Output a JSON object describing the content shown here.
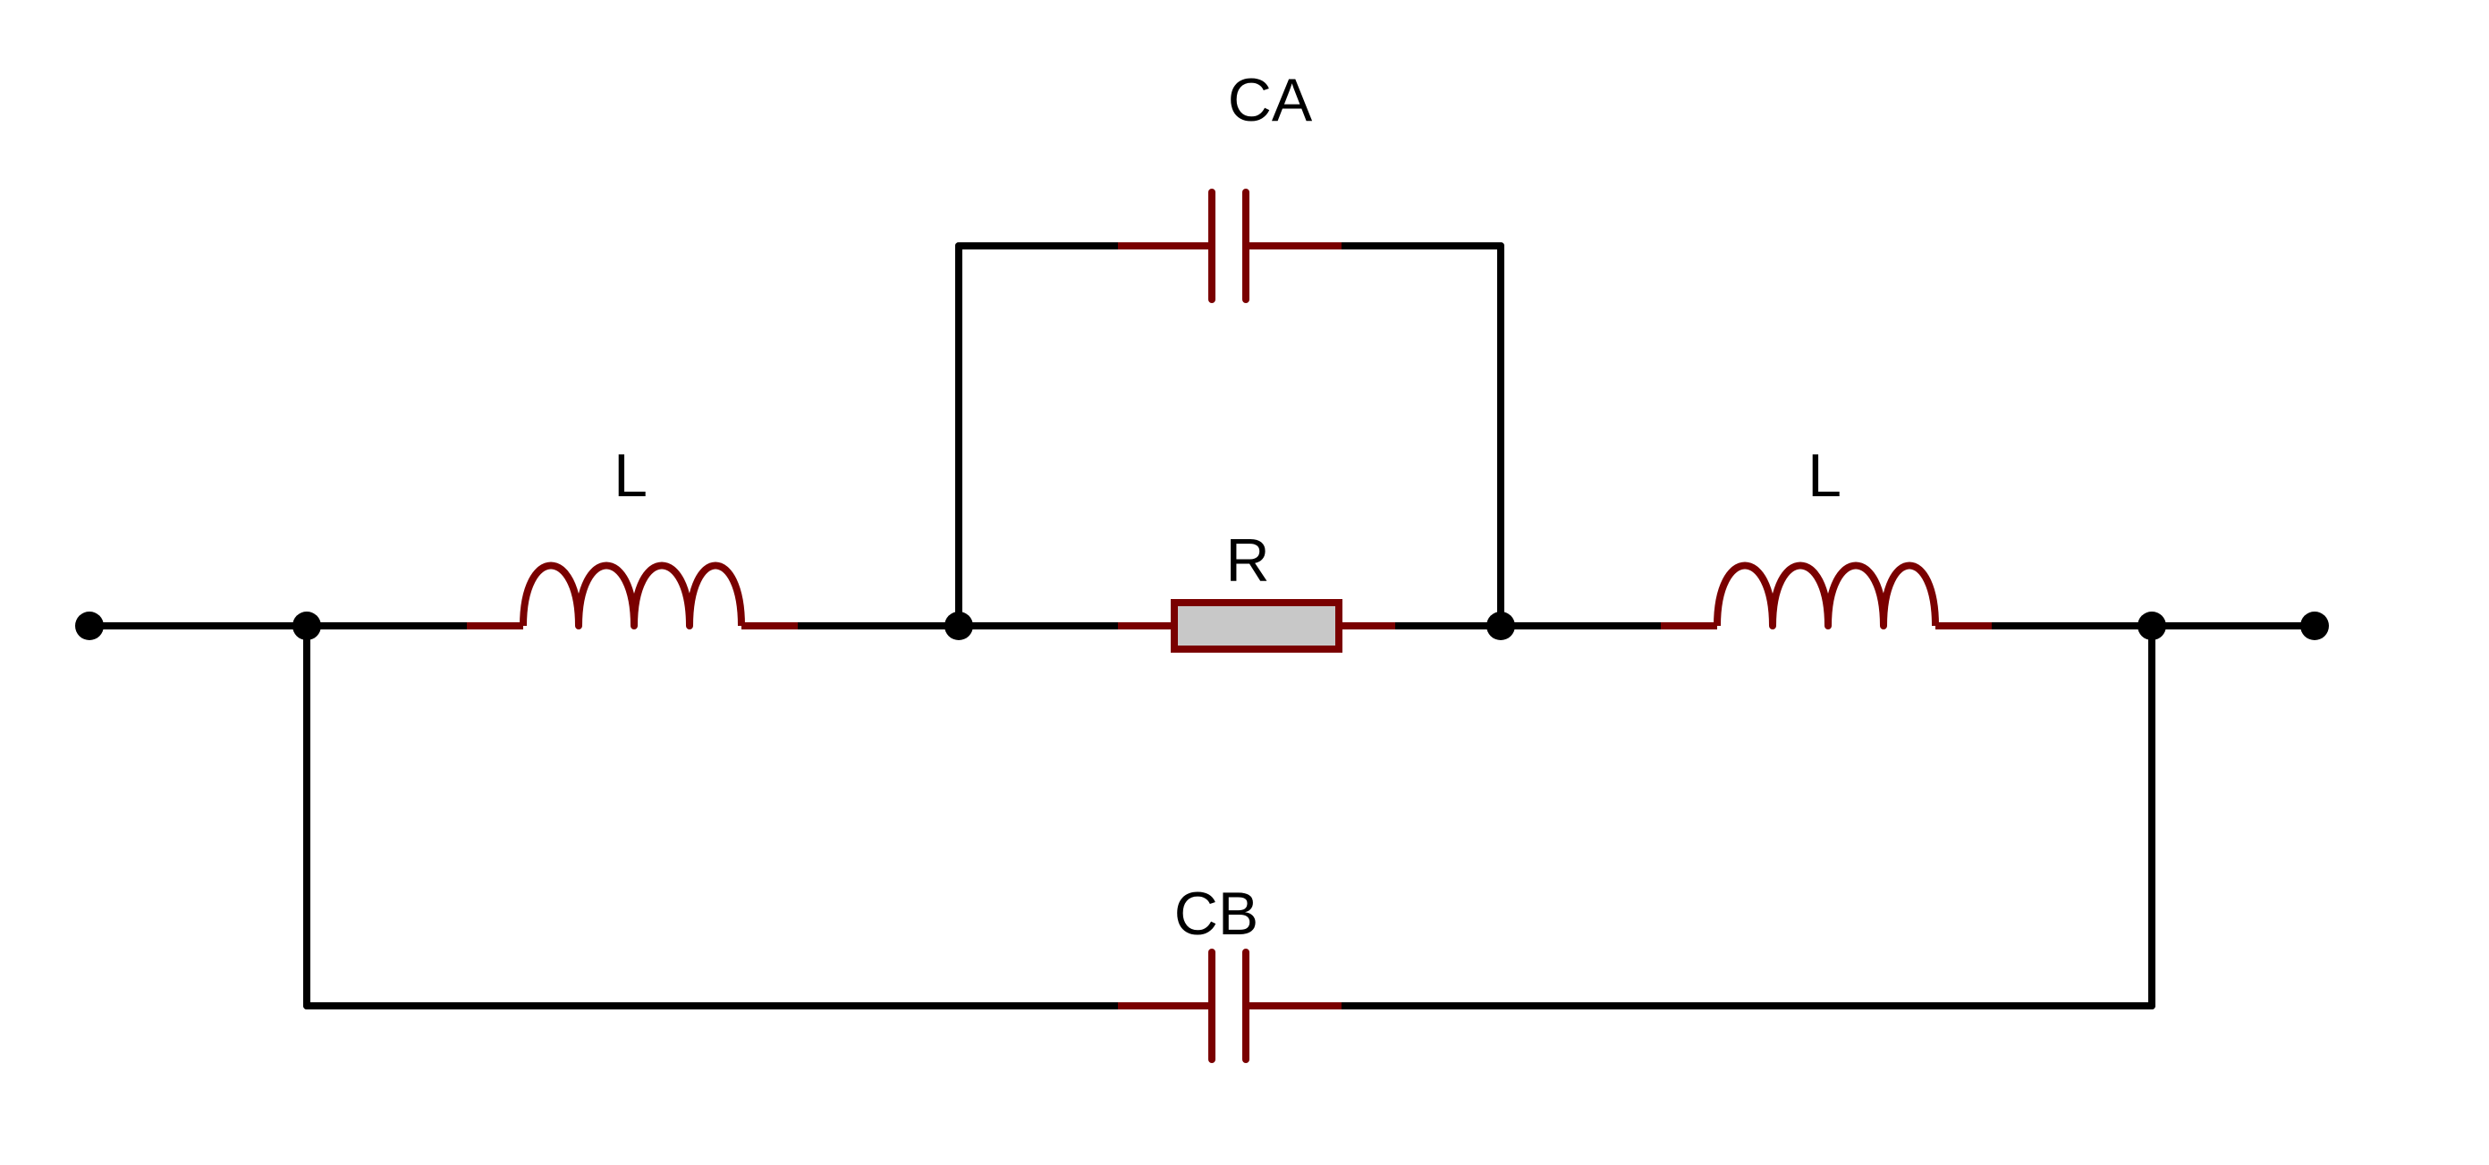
{
  "colors": {
    "wire": "#000000",
    "component": "#7a0000",
    "resistor_fill": "#c8c8c8",
    "background": "#ffffff"
  },
  "components": {
    "inductor_left": {
      "label": "L"
    },
    "inductor_right": {
      "label": "L"
    },
    "resistor": {
      "label": "R"
    },
    "capacitor_top": {
      "label": "CA"
    },
    "capacitor_bottom": {
      "label": "CB"
    }
  },
  "nodes": [
    "terminal-left",
    "junction-1",
    "junction-2",
    "junction-3",
    "junction-4",
    "terminal-right"
  ]
}
